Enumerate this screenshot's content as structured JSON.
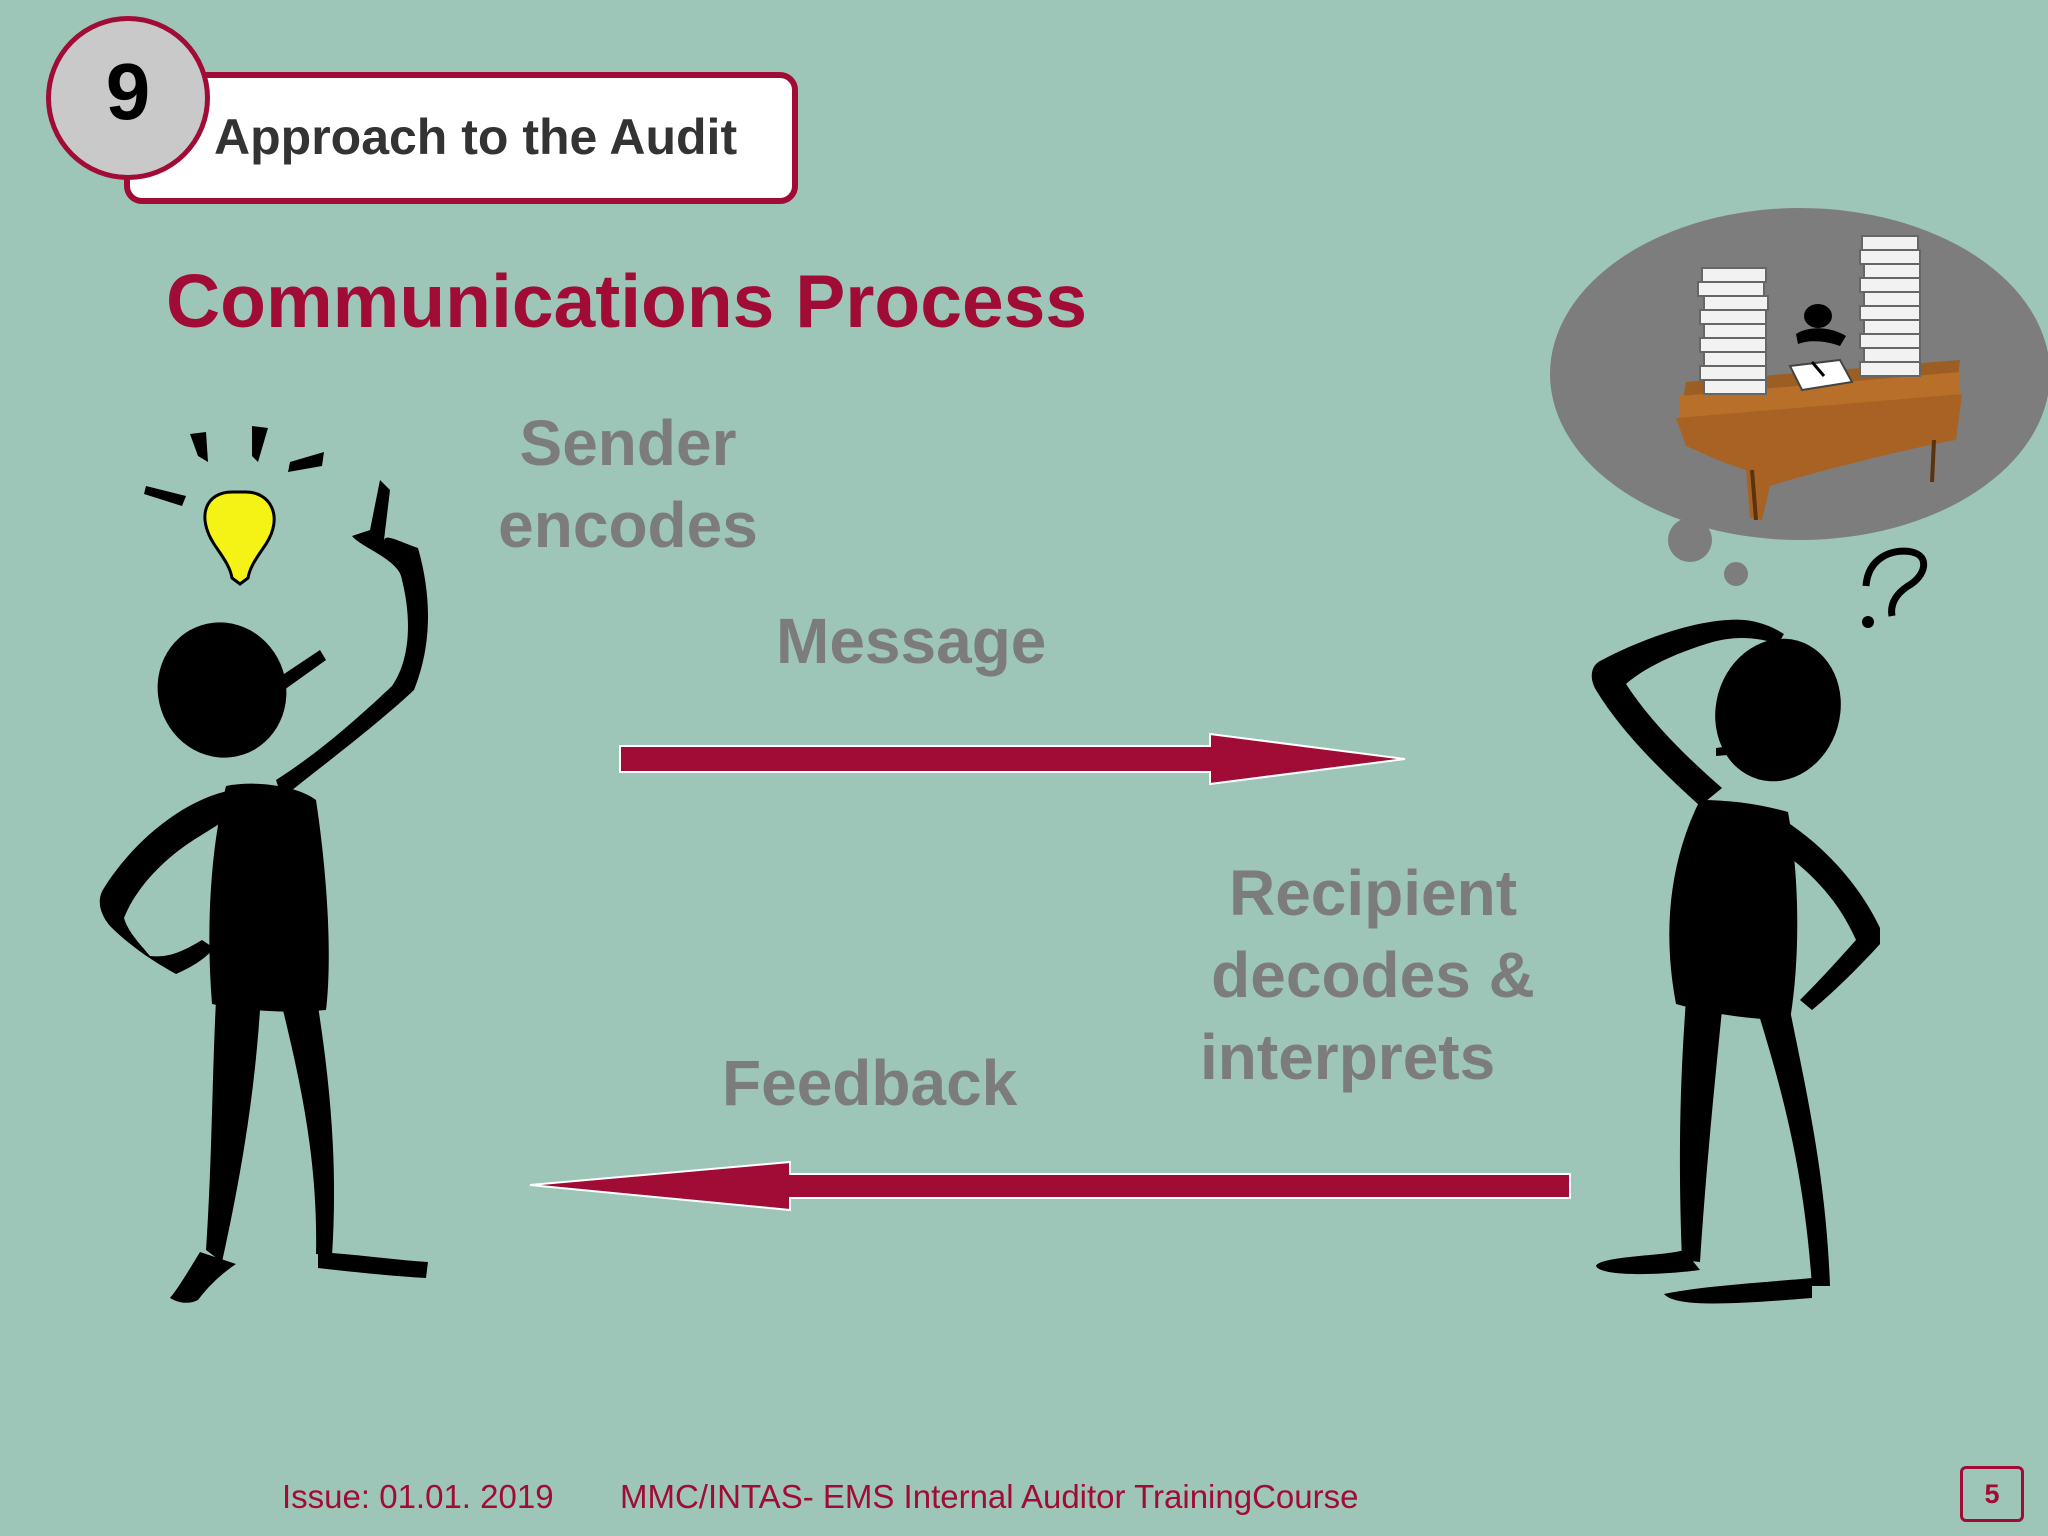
{
  "header": {
    "section_number": "9",
    "title": "Approach to the Audit"
  },
  "slide": {
    "title": "Communications Process",
    "labels": {
      "sender": [
        "Sender",
        "encodes"
      ],
      "message": "Message",
      "recipient": [
        "Recipient",
        "decodes &",
        "interprets"
      ],
      "feedback": "Feedback"
    },
    "illustrations": [
      "lightbulb-icon",
      "thinking-person-figure",
      "puzzled-person-figure",
      "desk-thought-bubble"
    ]
  },
  "footer": {
    "issue": "Issue: 01.01. 2019",
    "course": "MMC/INTAS- EMS Internal Auditor TrainingCourse",
    "page_number": "5"
  },
  "colors": {
    "background": "#9ec6b8",
    "accent": "#a00c35",
    "label_gray": "#7c7c7c"
  }
}
